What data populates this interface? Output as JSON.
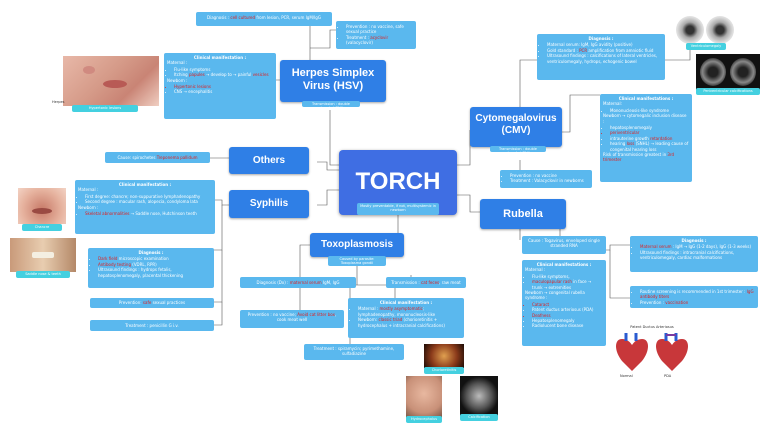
{
  "center": {
    "title": "TORCH",
    "subtitle": "Mostly preventable, if not, multisystemic in newborn"
  },
  "hsv": {
    "title": "Herpes Simplex Virus (HSV)",
    "sub": "Transmission : double stranded DNA",
    "diagnosis_pre": "Diagnosis : ",
    "diagnosis_red": "cell cultured",
    "diagnosis_post": " from lesion, PCR, serum IgM/IgG",
    "prevention_1": "Prevention : no vaccine, safe sexual practice",
    "treatment_pre": "Treatment : ",
    "treatment_red": "acyclovir",
    "treatment_post": " (valacyclovir)",
    "cm_title": "Clinical manifestation :",
    "maternal_label": "Maternal :",
    "maternal_1": "Flu-like symptoms",
    "maternal_2_pre": "Itching ",
    "maternal_2_red": "papules",
    "maternal_2_post": " → develop to → painful ",
    "maternal_2_red2": "vesicles",
    "newborn_label": "Newborn :",
    "newborn_1": "Hypertonic lesions",
    "newborn_2": "CNS → encephalitis",
    "photo_caption": "Hypertonic lesions",
    "photo_side": "Herpes"
  },
  "others": {
    "title": "Others",
    "cause_pre": "Cause: spirochetes ",
    "cause_red": "Treponema pallidum"
  },
  "syphilis": {
    "title": "Syphilis",
    "cm_title": "Clinical manifestation :",
    "maternal_label": "Maternal :",
    "maternal_1": "First degree: chancre; non-suppurative lymphadenopathy",
    "maternal_2": "Second degree : macular rash, alopecia, condyloma lata",
    "newborn_label": "Newborn :",
    "newborn_1_red": "Skeletal abnormalities",
    "newborn_1_post": " → Saddle nose, Hutchinson teeth",
    "diag_title": "Diagnosis :",
    "diag_1_red": "Dark field",
    "diag_1_post": " microscopic examination",
    "diag_2_red": "Antibody testing",
    "diag_2_post": " (VDRL, RPR)",
    "diag_3": "Ultrasound findings : hydrops fetalis, hepatosplenomegaly, placental thickening",
    "prevention_pre": "Prevention: ",
    "prevention_red": "safe",
    "prevention_post": " sexual practices",
    "treatment": "Treatment : penicillin G i.v.",
    "photo1_caption": "Chancre",
    "photo2_caption": "Saddle nose & teeth"
  },
  "toxo": {
    "title": "Toxoplasmosis",
    "sub": "Caused by parasite: Toxoplasma gondii",
    "diagnosis_pre": "Diagnosis (Dx) : ",
    "diagnosis_red": "maternal serum",
    "diagnosis_post": " IgM, IgG",
    "transmission_pre": "Transmission : ",
    "transmission_red": "cat feces",
    "transmission_post": ", raw meat",
    "prevention_pre": "Prevention : no vaccine; ",
    "prevention_red": "Avoid cat litter box",
    "prevention_post": ", cook meat well",
    "cm_title": "Clinical manifestation :",
    "maternal_pre": "Maternal : ",
    "maternal_red": "mostly asymptomatic",
    "maternal_post": "; lymphadenopathy, mononucleosis-like",
    "newborn_pre": "Newborn: ",
    "newborn_red": "classic triad",
    "newborn_post": " (chorioretinitis + hydrocephalus + intracranial calcifications)",
    "treatment": "Treatment : spiramycin; pyrimethamine, sulfadiazine",
    "photo1_caption": "Chorioretinitis",
    "photo2_caption": "Hydrocephalus",
    "photo3_caption": "Calcification"
  },
  "cmv": {
    "title": "Cytomegalovirus (CMV)",
    "sub": "Transmission : double stranded DNA",
    "diag_title": "Diagnosis :",
    "diag_1": "Maternal serum: IgM, IgG avidity (positive)",
    "diag_2_pre": "Gold standard : ",
    "diag_2_red": "PCR",
    "diag_2_post": " amplification from amniotic fluid",
    "diag_3": "Ultrasound findings : calcifications of lateral ventricles, ventriculomegaly, hydrops, echogenic bowel",
    "cm_title": "Clinical manifestations :",
    "maternal_label": "Maternal:",
    "maternal_1": "Mononucleosis-like syndrome",
    "newborn_label": "Newborn → cytomegalic inclusion disease :",
    "newborn_1": "hepatosplenomegaly",
    "newborn_2_red": "periventricular",
    "newborn_3_pre": "intrauterine growth ",
    "newborn_3_red": "retardation",
    "newborn_4_pre": "hearing ",
    "newborn_4_red": "loss",
    "newborn_4_post": " (SNHL) → leading cause of congenital hearing loss",
    "risk_pre": "Risk of transmission greatest in ",
    "risk_red": "3rd trimester",
    "prevention": "Prevention : no vaccine",
    "treatment": "Treatment : Valacyclovir in newborns",
    "photo1_caption": "Ventriculomegaly",
    "photo2_caption": "Periventricular calcifications"
  },
  "rubella": {
    "title": "Rubella",
    "cause": "Cause : Togavirus, enveloped single stranded RNA",
    "cm_title": "Clinical manifestations :",
    "maternal_label": "Maternal :",
    "maternal_1": "Flu-like symptoms,",
    "maternal_2_red": "maculopapular rash",
    "maternal_2_post": " in face → trunk → extremities",
    "newborn_label": "Newborn → congenital rubella syndrome :",
    "newborn_1": "Cataract",
    "newborn_2": "Patent ductus arteriosus (PDA)",
    "newborn_3": "Deafness",
    "newborn_4": "Hepatosplenomegaly",
    "newborn_5": "Radiolucent bone disease",
    "diag_title": "Diagnosis :",
    "diag_1_red": "Maternal serum",
    "diag_1_post": " : IgM → IgG (1-2 days), IgG (1-3 weeks)",
    "diag_2": "Ultrasound findings : intracranial calcifications, ventriculomegaly, cardiac malformations",
    "prev_1_pre": "Routine screening is recommended in 1st trimester : ",
    "prev_1_red": "IgG antibody titers",
    "prev_2_pre": "Prevention : ",
    "prev_2_red": "vaccination",
    "heart_title": "Patent Ductus Arteriosus",
    "heart_label_1": "Normal",
    "heart_label_2": "PDA"
  },
  "colors": {
    "header": "#2f7fe6",
    "center": "#3f6ee3",
    "box": "#5ab8ee",
    "caption": "#44d0e0",
    "highlight": "#e02020",
    "wire": "#555555"
  }
}
